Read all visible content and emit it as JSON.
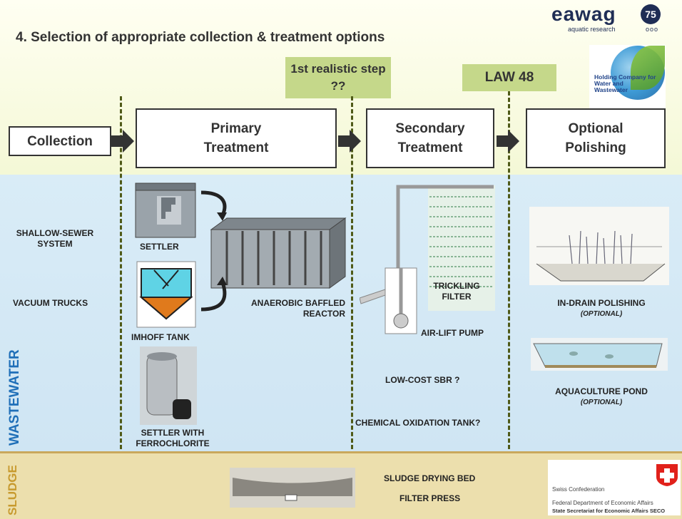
{
  "header": {
    "title": "4. Selection of appropriate collection & treatment options",
    "logo_text": "eawag",
    "logo_badge": "75",
    "logo_sub": "aquatic research",
    "logo_circles": "ooo",
    "holding_text": "Holding Company for Water and Wastewater"
  },
  "callouts": {
    "step": "1st realistic step ??",
    "law": "LAW 48"
  },
  "stages": {
    "collection": "Collection",
    "primary": "Primary Treatment",
    "secondary": "Secondary Treatment",
    "polishing": "Optional Polishing"
  },
  "side_labels": {
    "wastewater": "WASTEWATER",
    "sludge": "SLUDGE"
  },
  "collection_items": [
    "SHALLOW-SEWER SYSTEM",
    "VACUUM TRUCKS"
  ],
  "primary_items": {
    "settler": "SETTLER",
    "imhoff": "IMHOFF TANK",
    "abr": "ANAEROBIC BAFFLED REACTOR",
    "ferro": "SETTLER WITH FERROCHLORITE"
  },
  "secondary_items": {
    "trickling": "TRICKLING FILTER",
    "airlift": "AIR-LIFT PUMP",
    "sbr": "LOW-COST SBR ?",
    "chem": "CHEMICAL OXIDATION TANK?"
  },
  "polishing_items": {
    "indrain": "IN-DRAIN POLISHING",
    "indrain_note": "(OPTIONAL)",
    "pond": "AQUACULTURE POND",
    "pond_note": "(OPTIONAL)"
  },
  "sludge_items": {
    "drying": "SLUDGE DRYING BED",
    "press": "FILTER PRESS"
  },
  "swiss": {
    "line1": "Swiss Confederation",
    "line2": "Federal Department of Economic Affairs",
    "line3": "State Secretariat for Economic Affairs SECO"
  },
  "colors": {
    "callout": "#c5d88a",
    "wastewater_text": "#1f6fb8",
    "sludge_text": "#c79a2e",
    "dash": "#4f5a18"
  }
}
